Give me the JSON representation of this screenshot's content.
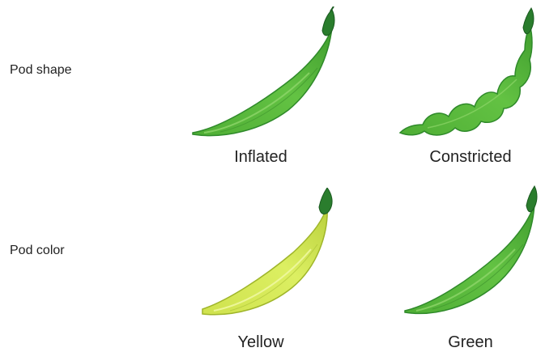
{
  "rows": [
    {
      "label": "Pod shape",
      "variants": [
        {
          "name": "Inflated",
          "shape": "inflated",
          "color": "#5fbf3f"
        },
        {
          "name": "Constricted",
          "shape": "constricted",
          "color": "#5fbf3f"
        }
      ]
    },
    {
      "label": "Pod color",
      "variants": [
        {
          "name": "Yellow",
          "shape": "inflated",
          "color": "#d9ec5a"
        },
        {
          "name": "Green",
          "shape": "inflated",
          "color": "#5fbf3f"
        }
      ]
    }
  ],
  "colors": {
    "green_pod": "#5fbf3f",
    "green_pod_dark": "#2f8a2a",
    "green_pod_light": "#8fd66a",
    "yellow_pod": "#d9ec5a",
    "yellow_pod_dark": "#9fb52a",
    "stem": "#2a7d2d",
    "stem_dark": "#1a5a1f"
  }
}
